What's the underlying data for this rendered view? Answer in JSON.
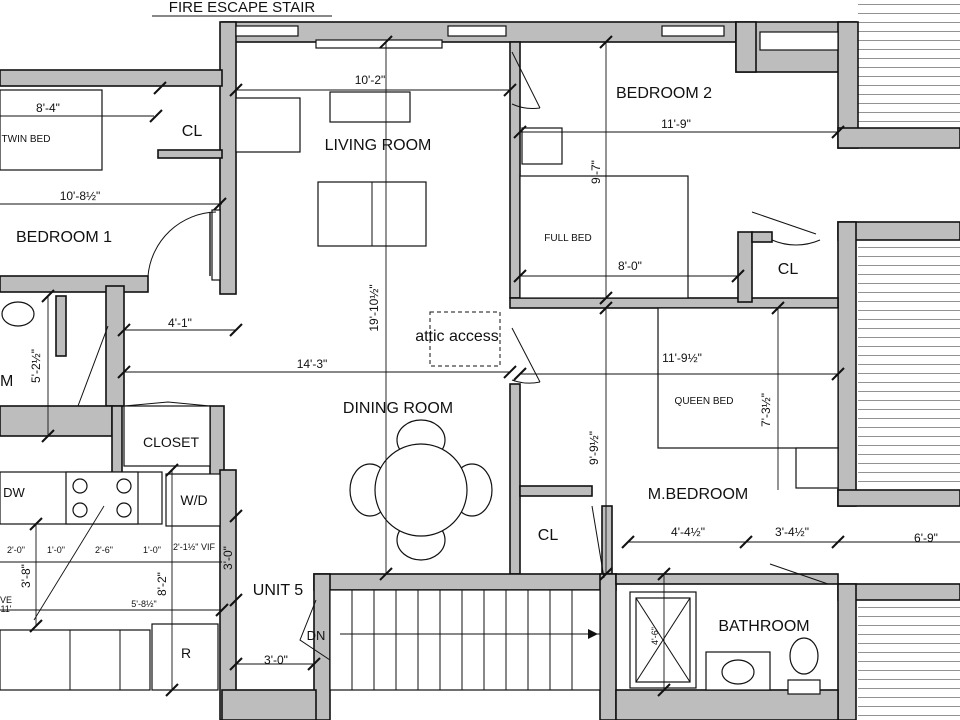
{
  "plan": {
    "top_label": "FIRE ESCAPE STAIR",
    "rooms": {
      "living": "LIVING ROOM",
      "dining": "DINING ROOM",
      "bedroom1": "BEDROOM 1",
      "bedroom2": "BEDROOM 2",
      "master": "M.BEDROOM",
      "bathroom": "BATHROOM",
      "closet": "CLOSET",
      "cl_bed1": "CL",
      "cl_bed2": "CL",
      "cl_master": "CL",
      "unit": "UNIT 5",
      "left_cut": "M",
      "attic": "attic access"
    },
    "furniture": {
      "twin_bed": "TWIN BED",
      "full_bed": "FULL BED",
      "queen_bed": "QUEEN BED",
      "dw": "DW",
      "wd": "W/D",
      "fridge": "R",
      "stair_dn": "DN",
      "range_cut": "VE"
    },
    "dims": {
      "bed1_top": "8'-4\"",
      "bed1_width": "10'-8½\"",
      "living_width": "10'-2\"",
      "living_length": "19'-10½\"",
      "hall_44": "4'-1\"",
      "hall_143": "14'-3\"",
      "bed2_width": "11'-9\"",
      "bed2_depth": "9'-7\"",
      "bed2_bed": "8'-0\"",
      "master_width": "11'-9½\"",
      "master_depth": "9'-9½\"",
      "master_bed": "7'-3½\"",
      "bath_a": "4'-4½\"",
      "bath_b": "3'-4½\"",
      "bath_c": "6'-9\"",
      "bath_shower": "4'-6\"",
      "bath_wall_52": "5'-2½\"",
      "kitchen_30": "3'-0\"",
      "kitchen_38": "3'-8\"",
      "kitchen_82": "8'-2\"",
      "kitchen_58": "5'-8½\"",
      "kitchen_11": "11'",
      "kitchen_20": "2'-0\"",
      "kitchen_10a": "1'-0\"",
      "kitchen_26": "2'-6\"",
      "kitchen_10b": "1'-0\"",
      "kitchen_21": "2'-1½\" VIF",
      "entry_30": "3'-0\""
    }
  }
}
